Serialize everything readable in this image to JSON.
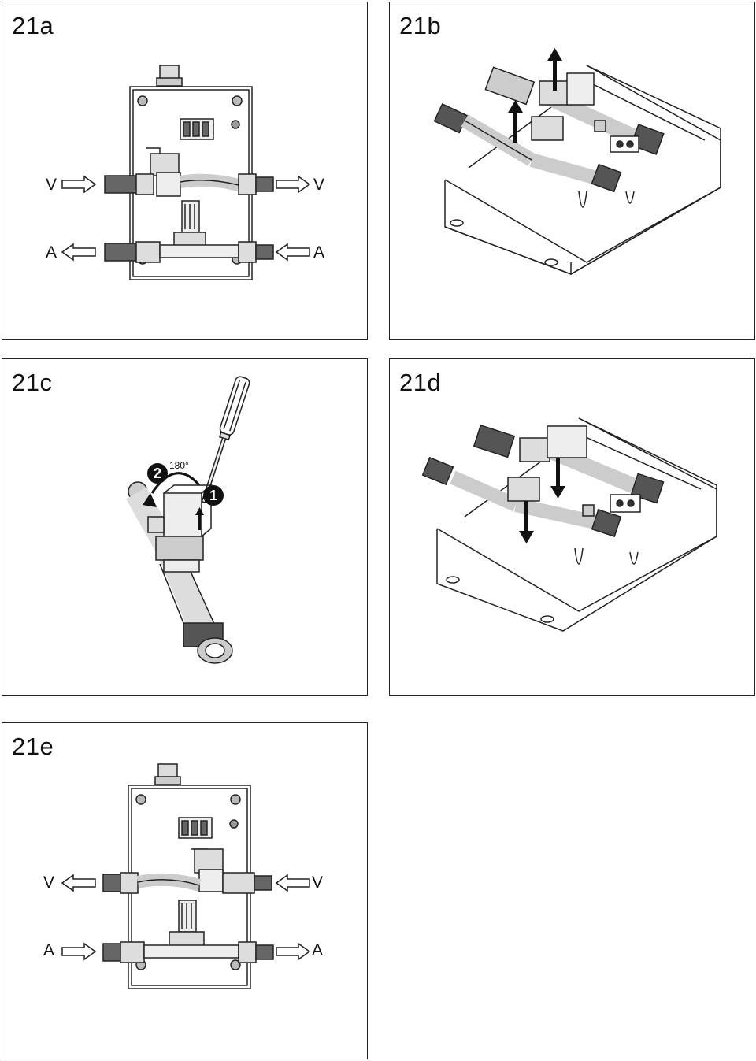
{
  "panels": {
    "a": {
      "title": "21a",
      "labels": [
        "V",
        "V",
        "A",
        "A"
      ]
    },
    "b": {
      "title": "21b"
    },
    "c": {
      "title": "21c",
      "step1": "1",
      "step2": "2",
      "angle": "180°"
    },
    "d": {
      "title": "21d"
    },
    "e": {
      "title": "21e",
      "labels": [
        "V",
        "V",
        "A",
        "A"
      ]
    }
  }
}
